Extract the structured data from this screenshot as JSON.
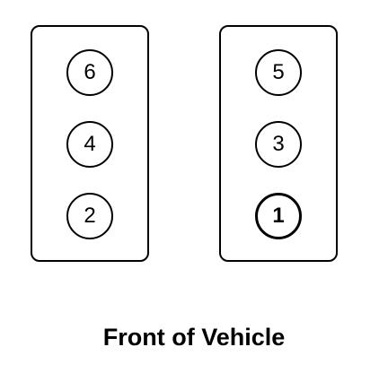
{
  "banks": {
    "left": {
      "cylinders": [
        "6",
        "4",
        "2"
      ]
    },
    "right": {
      "cylinders": [
        "5",
        "3",
        "1"
      ]
    }
  },
  "highlighted_cylinder": "1",
  "caption": "Front of Vehicle",
  "colors": {
    "stroke": "#000000",
    "background": "#ffffff"
  }
}
